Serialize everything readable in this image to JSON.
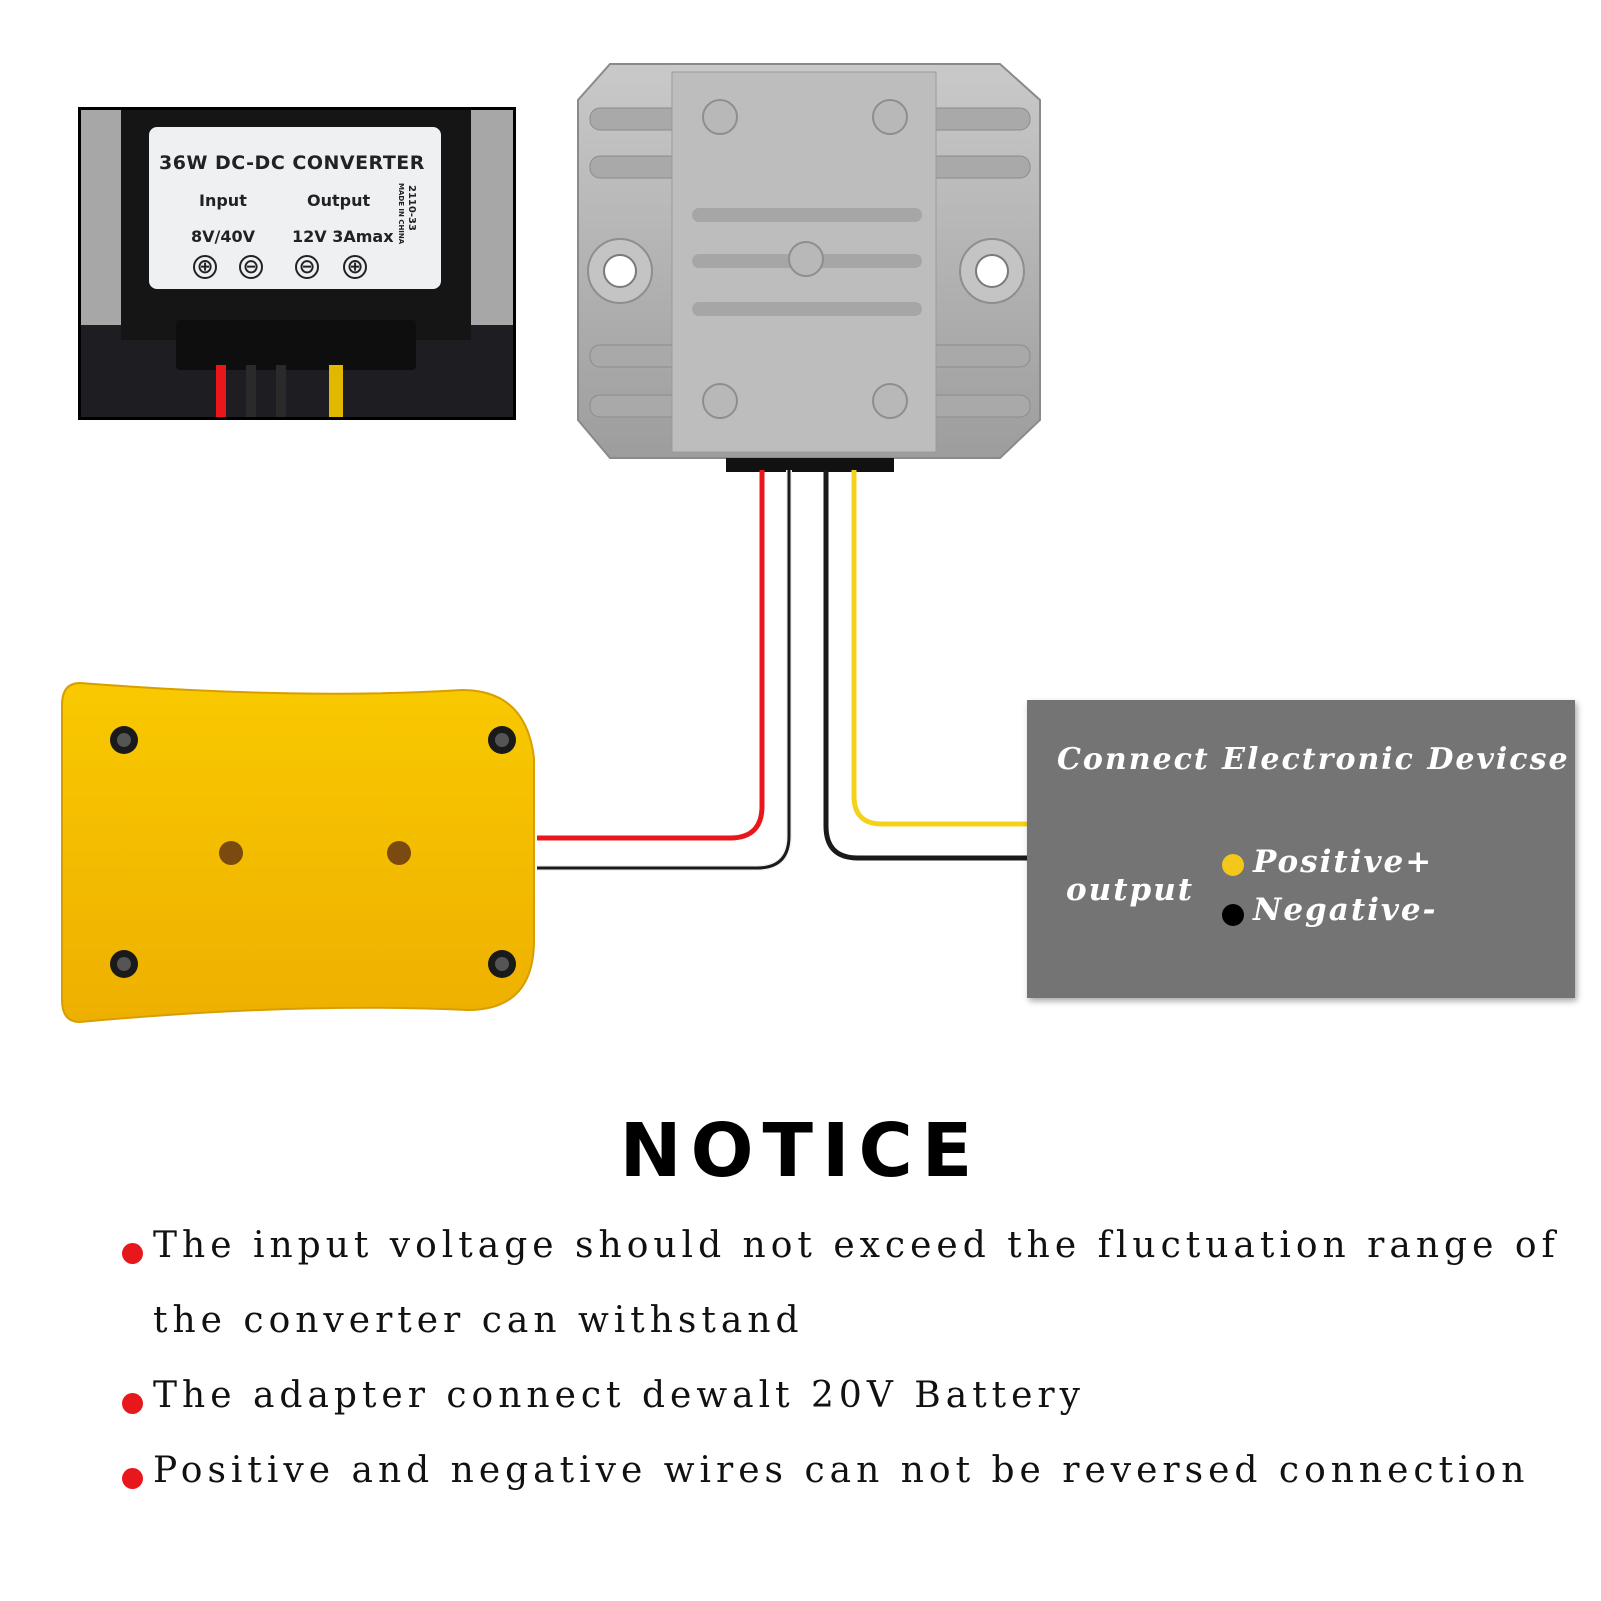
{
  "colors": {
    "wire_red": "#e8171b",
    "wire_black": "#1a1a1a",
    "wire_yellow": "#f5d21a",
    "wire_white": "#f2f2f2",
    "battery_yellow": "#f5c000",
    "device_box": "#747474",
    "bullet_red": "#e8171b",
    "positive_dot": "#f3c81b",
    "negative_dot": "#000000"
  },
  "converter_label": {
    "title": "36W DC-DC CONVERTER",
    "input_label": "Input",
    "output_label": "Output",
    "input_voltage": "8V/40V",
    "output_spec": "12V 3Amax",
    "model_code": "2110-33",
    "made_in": "MADE IN CHINA",
    "terminals": [
      "⊕",
      "⊖",
      "⊖",
      "⊕"
    ]
  },
  "device_box": {
    "title": "Connect Electronic Devicse",
    "output_label": "output",
    "positive_label": "Positive+",
    "negative_label": "Negative-"
  },
  "notice": {
    "title": "NOTICE",
    "items": [
      "The input voltage should not exceed the fluctuation range of",
      "the converter can withstand",
      "The adapter connect dewalt 20V Battery",
      "Positive and negative wires can not be reversed connection"
    ]
  }
}
